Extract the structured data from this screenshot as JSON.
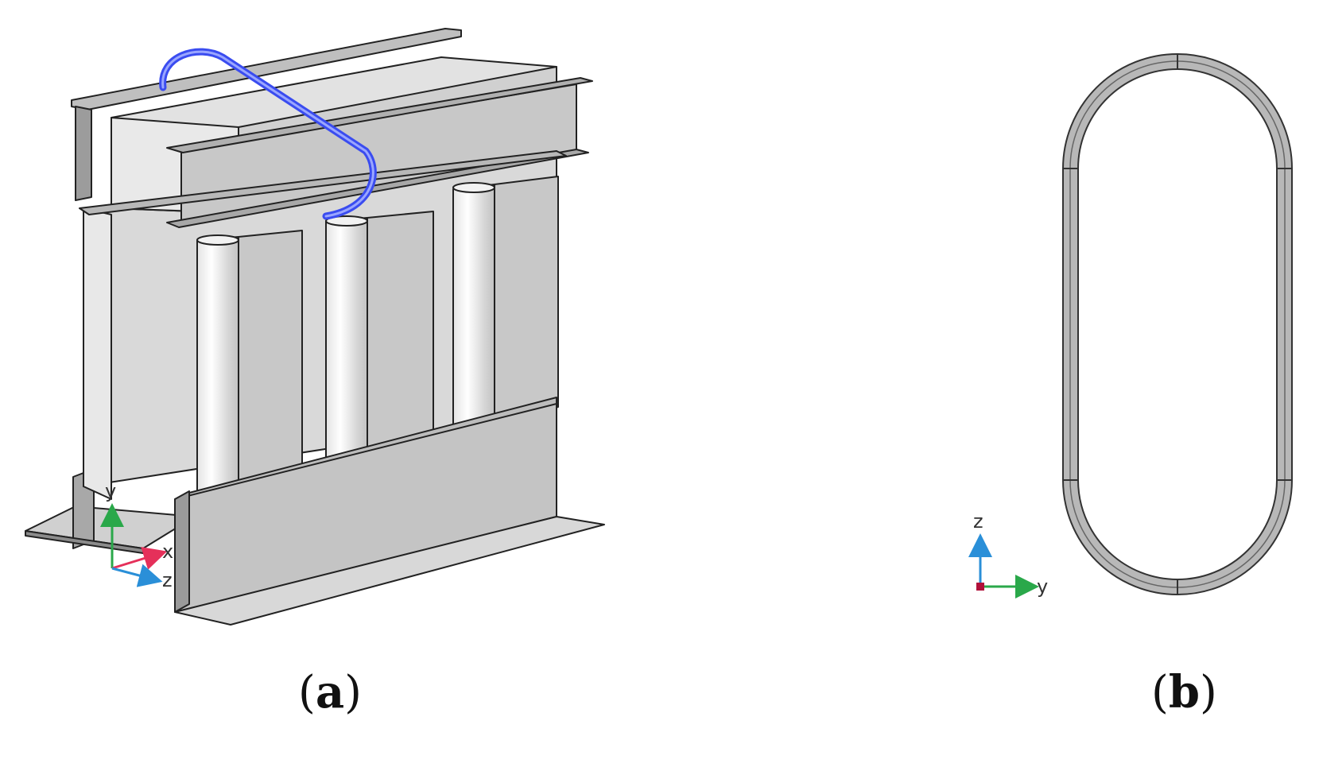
{
  "panels": [
    {
      "id": "a",
      "caption_open": "(",
      "caption_letter": "a",
      "caption_close": ")",
      "view": "3D isometric view of three-limb transformer core with clamping frames and one coil",
      "triad": {
        "axes": [
          "y",
          "x",
          "z"
        ],
        "colors": {
          "y": "#2aa84a",
          "x": "#e5305a",
          "z": "#2a8fd8"
        }
      }
    },
    {
      "id": "b",
      "caption_open": "(",
      "caption_letter": "b",
      "caption_close": ")",
      "view": "Cross-section of obround coil in y-z plane",
      "triad": {
        "axes": [
          "z",
          "y"
        ],
        "colors": {
          "z": "#2a8fd8",
          "y": "#2aa84a",
          "origin": "#b0103a"
        }
      }
    }
  ],
  "colors": {
    "steel_light": "#d9d9d9",
    "steel_mid": "#bdbdbd",
    "steel_dark": "#9a9a9a",
    "outline": "#222222",
    "coil": "#3a4cf0",
    "coil_section": "#b5b5b5"
  }
}
